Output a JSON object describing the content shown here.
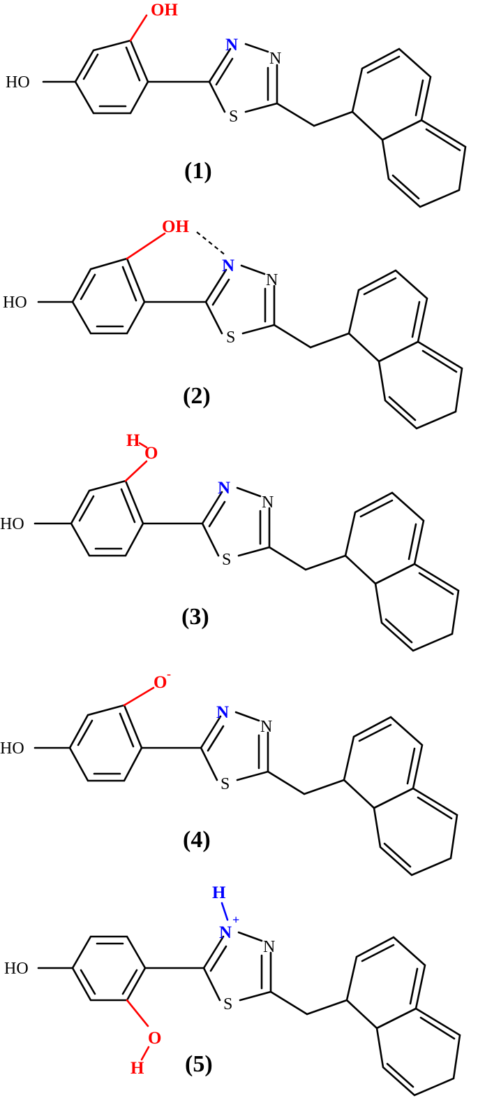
{
  "structures": [
    {
      "label": "(1)",
      "left_group": "HO",
      "ortho_group": "OH",
      "n_left": "N",
      "n_right": "N",
      "sulfur": "S"
    },
    {
      "label": "(2)",
      "left_group": "HO",
      "ortho_group": "OH",
      "n_left": "N",
      "n_right": "N",
      "sulfur": "S"
    },
    {
      "label": "(3)",
      "left_group": "HO",
      "ortho_h": "H",
      "ortho_o": "O",
      "n_left": "N",
      "n_right": "N",
      "sulfur": "S"
    },
    {
      "label": "(4)",
      "left_group": "HO",
      "ortho_o": "O",
      "charge": "-",
      "n_left": "N",
      "n_right": "N",
      "sulfur": "S"
    },
    {
      "label": "(5)",
      "left_group": "HO",
      "ortho_o": "O",
      "ortho_h": "H",
      "nh_h": "H",
      "n_left": "N",
      "charge": "+",
      "n_right": "N",
      "sulfur": "S"
    }
  ],
  "colors": {
    "oxygen": "#ff0000",
    "nitrogen": "#0000ff",
    "bond": "#000000"
  }
}
